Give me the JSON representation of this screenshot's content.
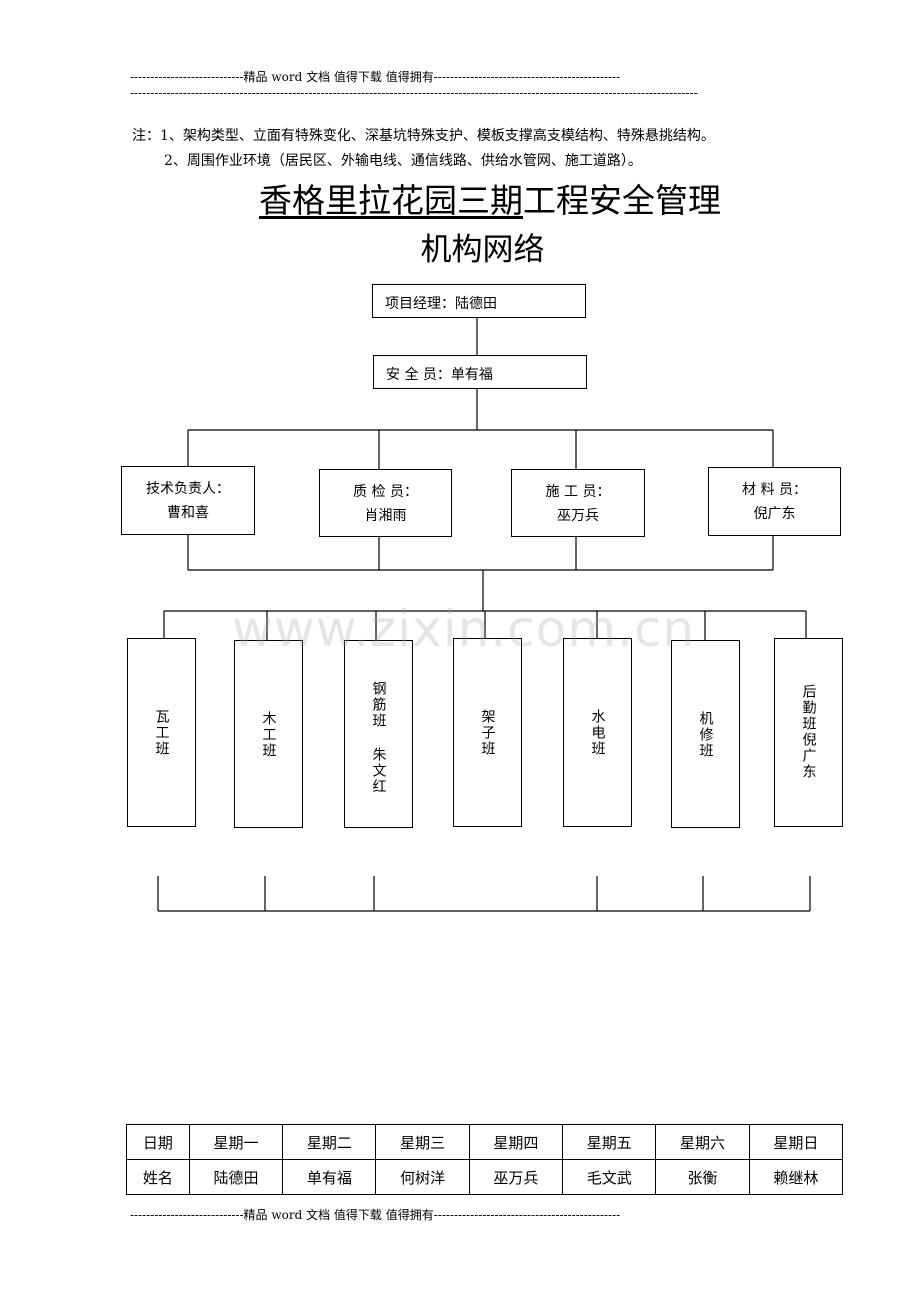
{
  "header": {
    "line1": "----------------------------精品 word 文档  值得下载  值得拥有----------------------------------------------",
    "line2": "--------------------------------------------------------------------------------------------------------------------------------------------"
  },
  "notes": [
    "注：1、架构类型、立面有特殊变化、深基坑特殊支护、模板支撑高支模结构、特殊悬挑结构。",
    "2、周围作业环境（居民区、外输电线、通信线路、供给水管网、施工道路）。"
  ],
  "title": {
    "underlined": "香格里拉花园三期",
    "rest": "工程安全管理",
    "line2": "机构网络"
  },
  "org": {
    "manager": "项目经理：陆德田",
    "safety": "安  全  员：单有福",
    "roles": [
      {
        "role": "技术负责人：",
        "name": "曹和喜"
      },
      {
        "role": "质  检  员：",
        "name": "肖湘雨"
      },
      {
        "role": "施  工  员：",
        "name": "巫万兵"
      },
      {
        "role": "材  料  员：",
        "name": "倪广东"
      }
    ],
    "teams": [
      "瓦工班",
      "木工班",
      "钢筋班 朱文红",
      "架子班",
      "水电班",
      "机修班",
      "后勤班倪广东"
    ]
  },
  "watermark": "www.zixin.com.cn",
  "duty": {
    "header": [
      "日期",
      "星期一",
      "星期二",
      "星期三",
      "星期四",
      "星期五",
      "星期六",
      "星期日"
    ],
    "names": [
      "姓名",
      "陆德田",
      "单有福",
      "何树洋",
      "巫万兵",
      "毛文武",
      "张衡",
      "赖继林"
    ]
  },
  "footer": {
    "line": "----------------------------精品 word 文档  值得下载  值得拥有----------------------------------------------"
  }
}
